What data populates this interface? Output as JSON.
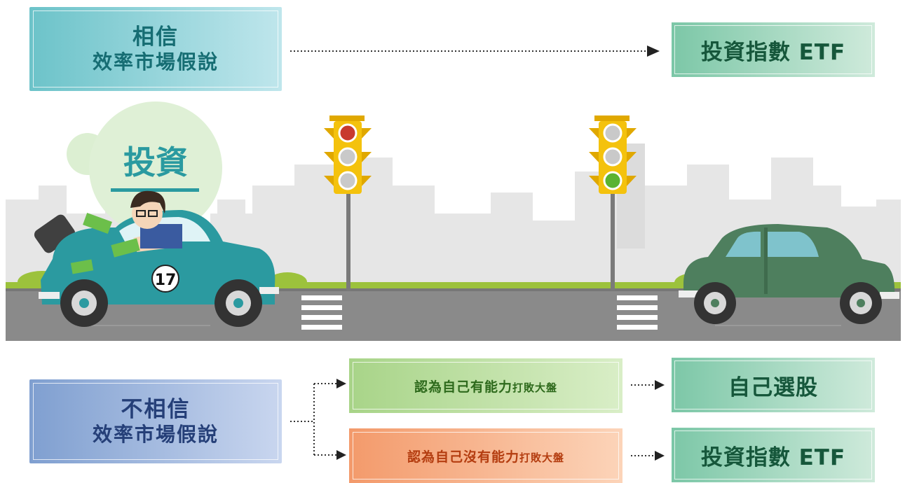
{
  "believe": {
    "line1": "相信",
    "line2": "效率市場假說"
  },
  "not_believe": {
    "line1": "不相信",
    "line2": "效率市場假說"
  },
  "outcome_top": "投資指數 ETF",
  "option_able": {
    "main": "認為自己有能力",
    "small": "打敗大盤"
  },
  "option_unable": {
    "main": "認為自己沒有能力",
    "small": "打敗大盤"
  },
  "outcome_stock_picking": "自己選股",
  "outcome_bottom": "投資指數 ETF",
  "scene": {
    "bubble_label": "投資",
    "car_number": "17"
  },
  "colors": {
    "teal": "#2a9aa0",
    "green_car": "#4e7f5e",
    "road": "#8a8a8a",
    "building": "#e3e3e3"
  }
}
